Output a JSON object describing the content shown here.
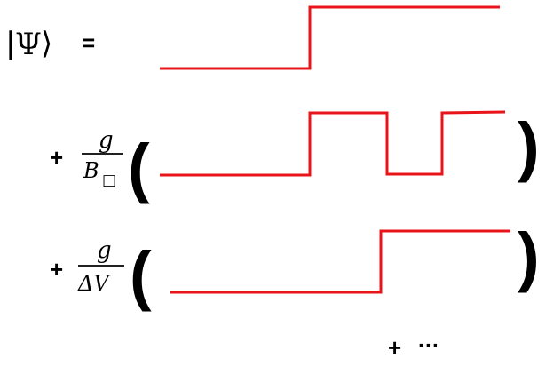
{
  "lhs": {
    "ket_open": "|",
    "psi": "Ψ",
    "ket_close": "⟩",
    "equals": "="
  },
  "term2": {
    "plus": "+",
    "numerator": "g",
    "denominator": "B",
    "denominator_sub": "□",
    "paren_open": "(",
    "paren_close": ")"
  },
  "term3": {
    "plus": "+",
    "numerator": "g",
    "denominator": "ΔV",
    "paren_open": "(",
    "paren_close": ")"
  },
  "tail": {
    "plus": "+",
    "ellipsis": "···"
  },
  "colors": {
    "wave": "#e8141a",
    "text": "#000000"
  }
}
